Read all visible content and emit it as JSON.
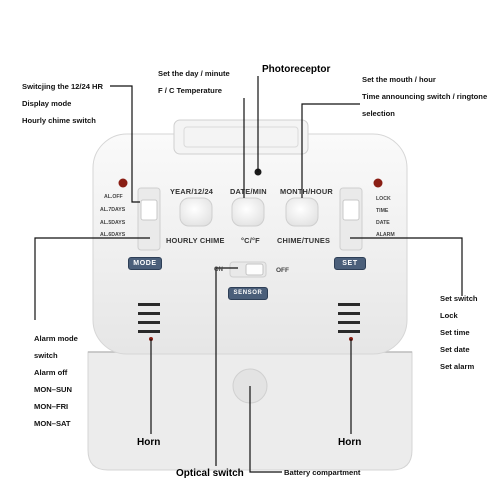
{
  "annotations": {
    "left_top": [
      "Switcjing the 12/24 HR",
      "Display mode",
      "Hourly chime switch"
    ],
    "top_center": [
      "Set the day / minute",
      "F / C Temperature"
    ],
    "photoreceptor": "Photoreceptor",
    "right_top": [
      "Set the mouth / hour",
      "Time announcing switch / ringtone",
      "selection"
    ],
    "left_mid": [
      "Alarm mode",
      "switch",
      "Alarm off",
      "MON–SUN",
      "MON–FRI",
      "MON–SAT"
    ],
    "right_mid": [
      "Set switch",
      "Lock",
      "Set time",
      "Set date",
      "Set alarm"
    ],
    "horn_left": "Horn",
    "horn_right": "Horn",
    "optical_switch": "Optical switch",
    "battery": "Battery compartment"
  },
  "device": {
    "button_top_labels": [
      "YEAR/12/24",
      "DATE/MIN",
      "MONTH/HOUR"
    ],
    "button_bottom_labels": [
      "HOURLY CHIME",
      "°C/°F",
      "CHIME/TUNES"
    ],
    "left_switch_positions": [
      "AL.OFF",
      "AL.7DAYS",
      "AL.5DAYS",
      "AL.6DAYS"
    ],
    "right_switch_positions": [
      "LOCK",
      "TIME",
      "DATE",
      "ALARM"
    ],
    "mode_label": "MODE",
    "set_label": "SET",
    "sensor_on": "ON",
    "sensor_off": "OFF",
    "sensor_label": "SENSOR"
  },
  "colors": {
    "body": "#f3f3f3",
    "pill": "#4b5f7a",
    "dot": "#8a1e14"
  }
}
